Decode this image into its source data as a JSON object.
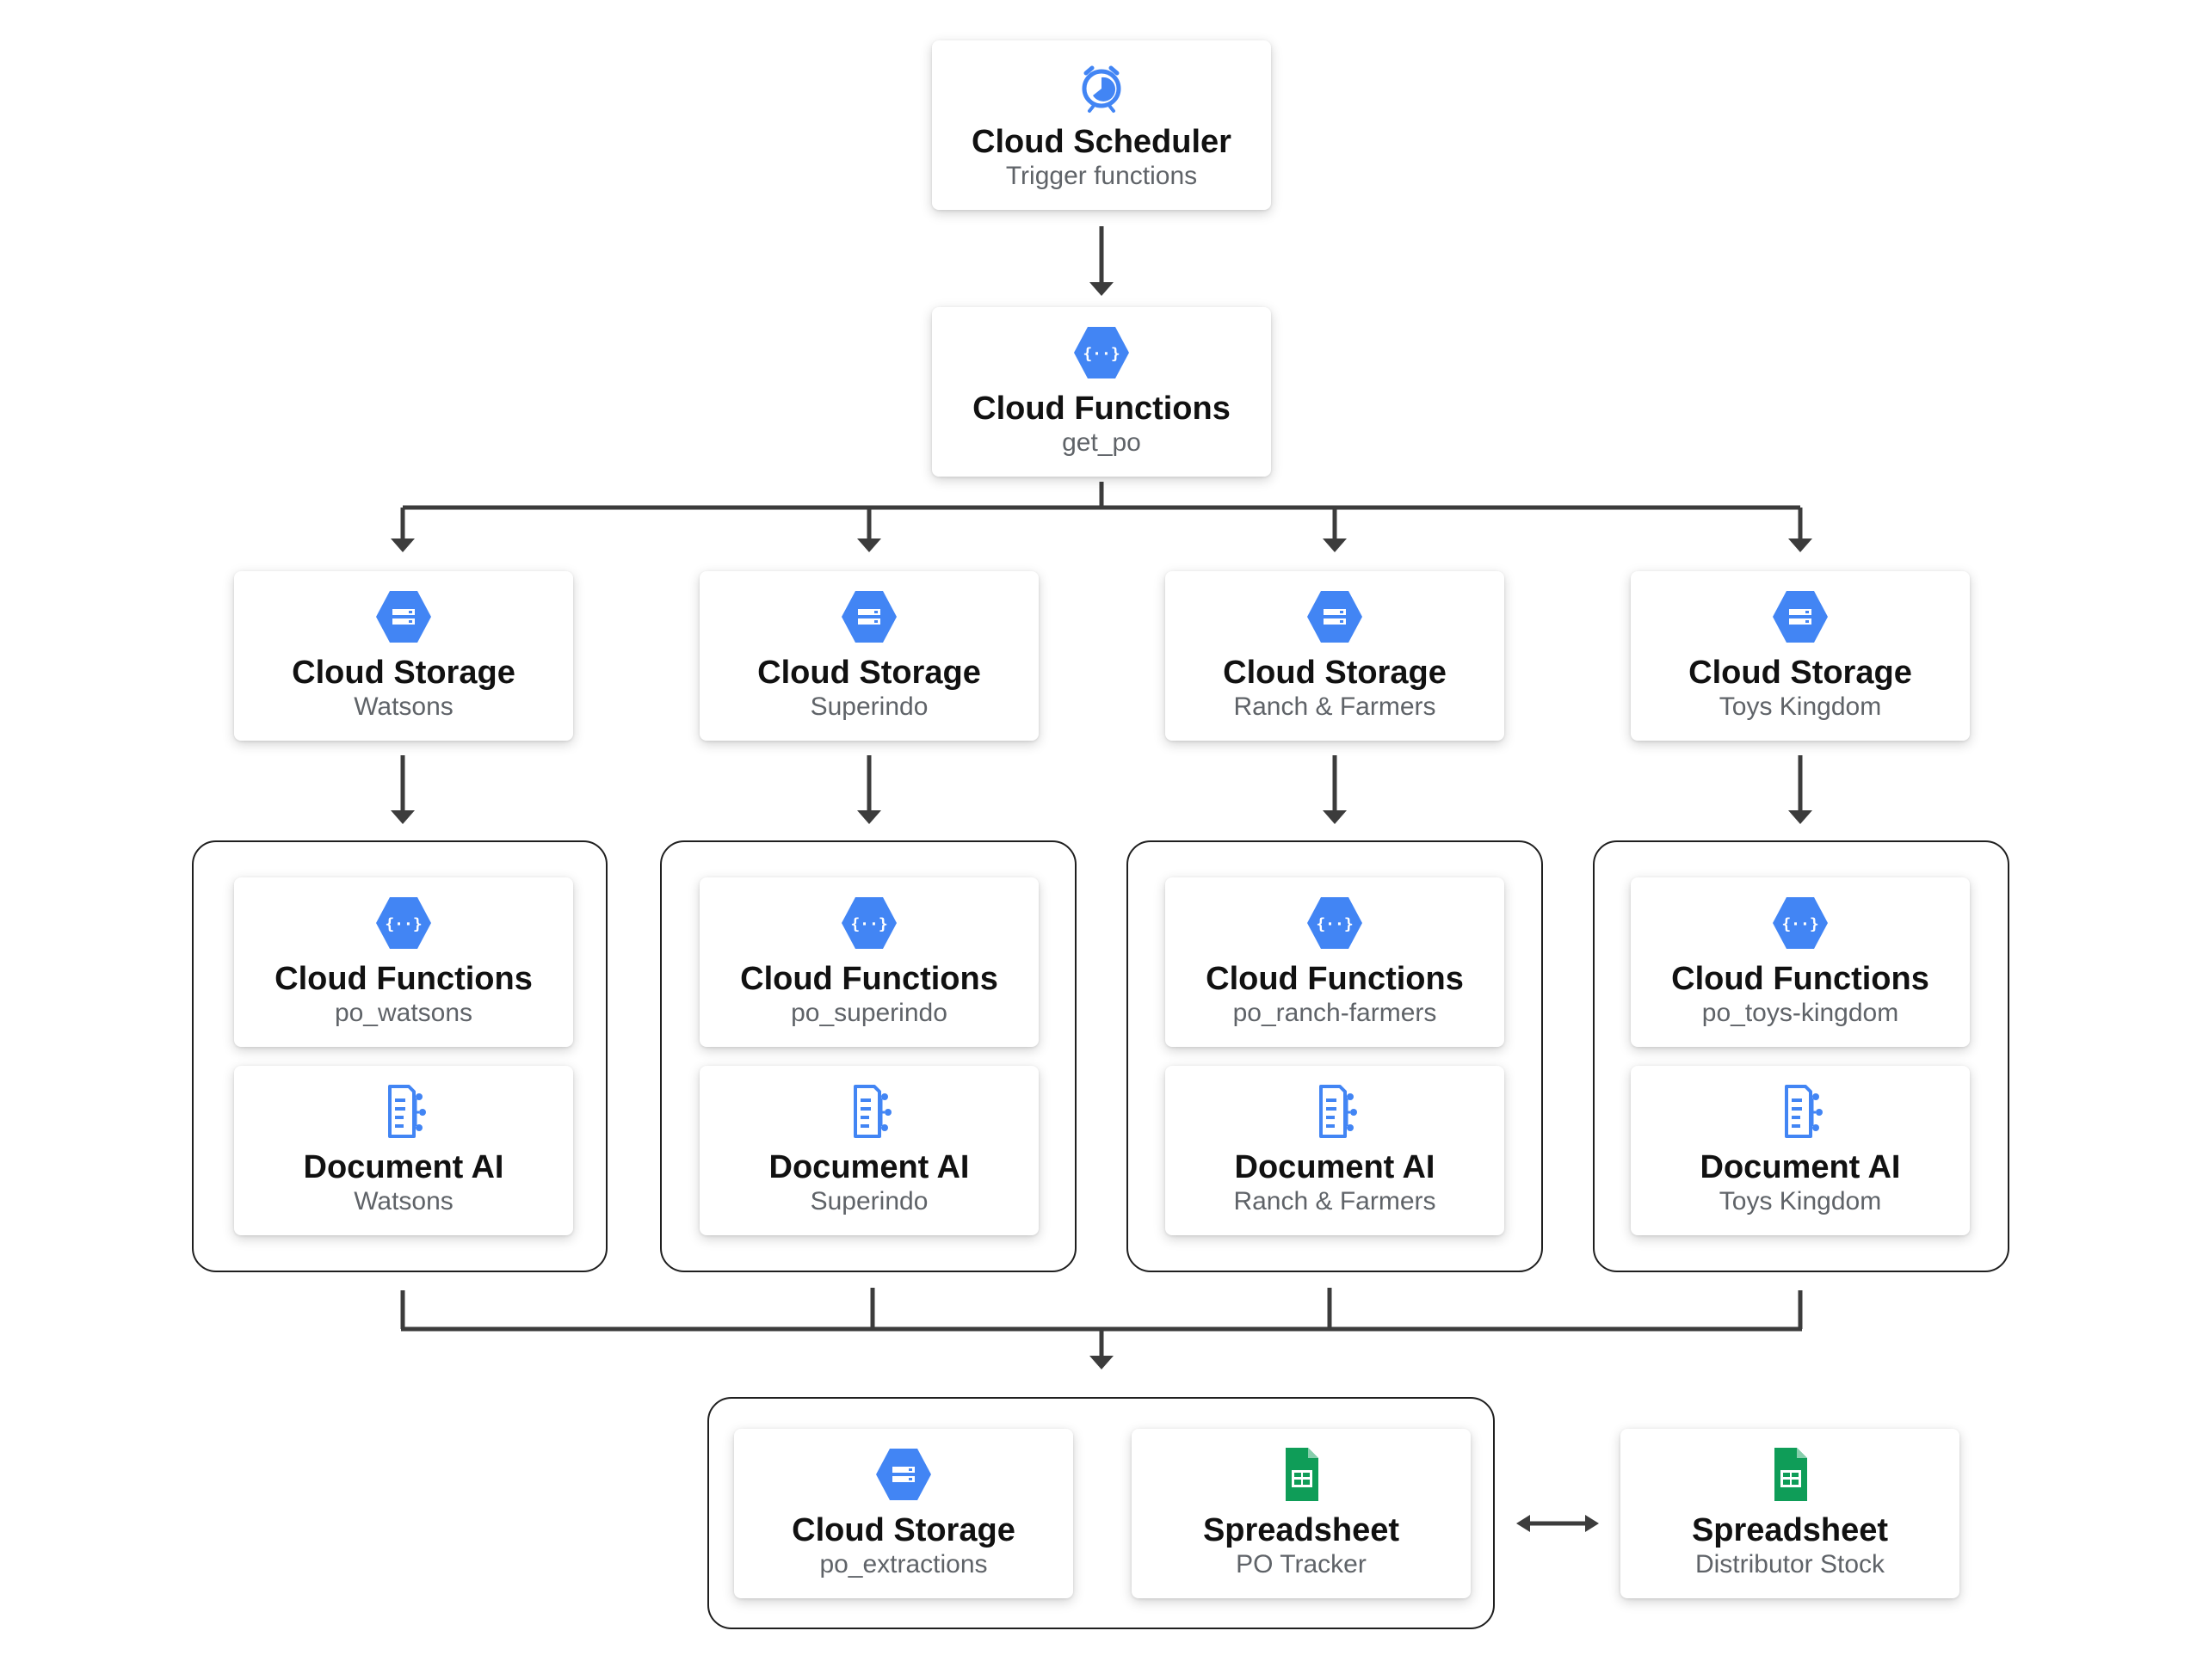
{
  "colors": {
    "gcp_blue": "#4285f4",
    "sheets_green": "#0f9d58",
    "connector": "#3c3c3c",
    "title_text": "#111111",
    "subtitle_text": "#5f6368"
  },
  "nodes": {
    "scheduler": {
      "title": "Cloud Scheduler",
      "subtitle": "Trigger functions",
      "icon": "cloud-scheduler-icon"
    },
    "get_po": {
      "title": "Cloud Functions",
      "subtitle": "get_po",
      "icon": "cloud-functions-icon"
    },
    "storage_watsons": {
      "title": "Cloud Storage",
      "subtitle": "Watsons",
      "icon": "cloud-storage-icon"
    },
    "storage_superindo": {
      "title": "Cloud Storage",
      "subtitle": "Superindo",
      "icon": "cloud-storage-icon"
    },
    "storage_ranch": {
      "title": "Cloud Storage",
      "subtitle": "Ranch & Farmers",
      "icon": "cloud-storage-icon"
    },
    "storage_toys": {
      "title": "Cloud Storage",
      "subtitle": "Toys Kingdom",
      "icon": "cloud-storage-icon"
    },
    "fn_watsons": {
      "title": "Cloud Functions",
      "subtitle": "po_watsons",
      "icon": "cloud-functions-icon"
    },
    "fn_superindo": {
      "title": "Cloud Functions",
      "subtitle": "po_superindo",
      "icon": "cloud-functions-icon"
    },
    "fn_ranch": {
      "title": "Cloud Functions",
      "subtitle": "po_ranch-farmers",
      "icon": "cloud-functions-icon"
    },
    "fn_toys": {
      "title": "Cloud Functions",
      "subtitle": "po_toys-kingdom",
      "icon": "cloud-functions-icon"
    },
    "docai_watsons": {
      "title": "Document AI",
      "subtitle": "Watsons",
      "icon": "document-ai-icon"
    },
    "docai_superindo": {
      "title": "Document AI",
      "subtitle": "Superindo",
      "icon": "document-ai-icon"
    },
    "docai_ranch": {
      "title": "Document AI",
      "subtitle": "Ranch & Farmers",
      "icon": "document-ai-icon"
    },
    "docai_toys": {
      "title": "Document AI",
      "subtitle": "Toys Kingdom",
      "icon": "document-ai-icon"
    },
    "storage_extractions": {
      "title": "Cloud Storage",
      "subtitle": "po_extractions",
      "icon": "cloud-storage-icon"
    },
    "sheet_tracker": {
      "title": "Spreadsheet",
      "subtitle": "PO Tracker",
      "icon": "spreadsheet-icon"
    },
    "sheet_stock": {
      "title": "Spreadsheet",
      "subtitle": "Distributor Stock",
      "icon": "spreadsheet-icon"
    }
  },
  "edges": [
    {
      "from": "scheduler",
      "to": "get_po"
    },
    {
      "from": "get_po",
      "to": "storage_watsons"
    },
    {
      "from": "get_po",
      "to": "storage_superindo"
    },
    {
      "from": "get_po",
      "to": "storage_ranch"
    },
    {
      "from": "get_po",
      "to": "storage_toys"
    },
    {
      "from": "storage_watsons",
      "to": "group_watsons"
    },
    {
      "from": "storage_superindo",
      "to": "group_superindo"
    },
    {
      "from": "storage_ranch",
      "to": "group_ranch"
    },
    {
      "from": "storage_toys",
      "to": "group_toys"
    },
    {
      "from": "group_watsons",
      "to": "group_output"
    },
    {
      "from": "group_superindo",
      "to": "group_output"
    },
    {
      "from": "group_ranch",
      "to": "group_output"
    },
    {
      "from": "group_toys",
      "to": "group_output"
    },
    {
      "from": "sheet_tracker",
      "to": "sheet_stock",
      "bidirectional": true
    }
  ]
}
